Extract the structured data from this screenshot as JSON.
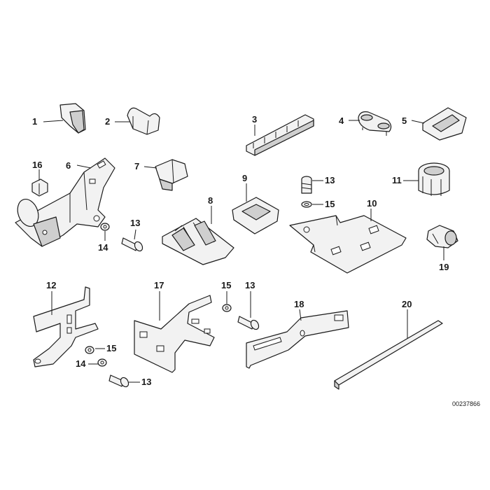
{
  "diagram": {
    "reference_number": "00237866",
    "callouts": [
      {
        "id": "c1",
        "label": "1"
      },
      {
        "id": "c2",
        "label": "2"
      },
      {
        "id": "c3",
        "label": "3"
      },
      {
        "id": "c4",
        "label": "4"
      },
      {
        "id": "c5",
        "label": "5"
      },
      {
        "id": "c16",
        "label": "16"
      },
      {
        "id": "c6",
        "label": "6"
      },
      {
        "id": "c7",
        "label": "7"
      },
      {
        "id": "c9",
        "label": "9"
      },
      {
        "id": "c13a",
        "label": "13"
      },
      {
        "id": "c11",
        "label": "11"
      },
      {
        "id": "c8",
        "label": "8"
      },
      {
        "id": "c15a",
        "label": "15"
      },
      {
        "id": "c10",
        "label": "10"
      },
      {
        "id": "c13b",
        "label": "13"
      },
      {
        "id": "c14a",
        "label": "14"
      },
      {
        "id": "c19",
        "label": "19"
      },
      {
        "id": "c12",
        "label": "12"
      },
      {
        "id": "c17",
        "label": "17"
      },
      {
        "id": "c15b",
        "label": "15"
      },
      {
        "id": "c13c",
        "label": "13"
      },
      {
        "id": "c18",
        "label": "18"
      },
      {
        "id": "c20",
        "label": "20"
      },
      {
        "id": "c15c",
        "label": "15"
      },
      {
        "id": "c14b",
        "label": "14"
      },
      {
        "id": "c13d",
        "label": "13"
      }
    ]
  }
}
